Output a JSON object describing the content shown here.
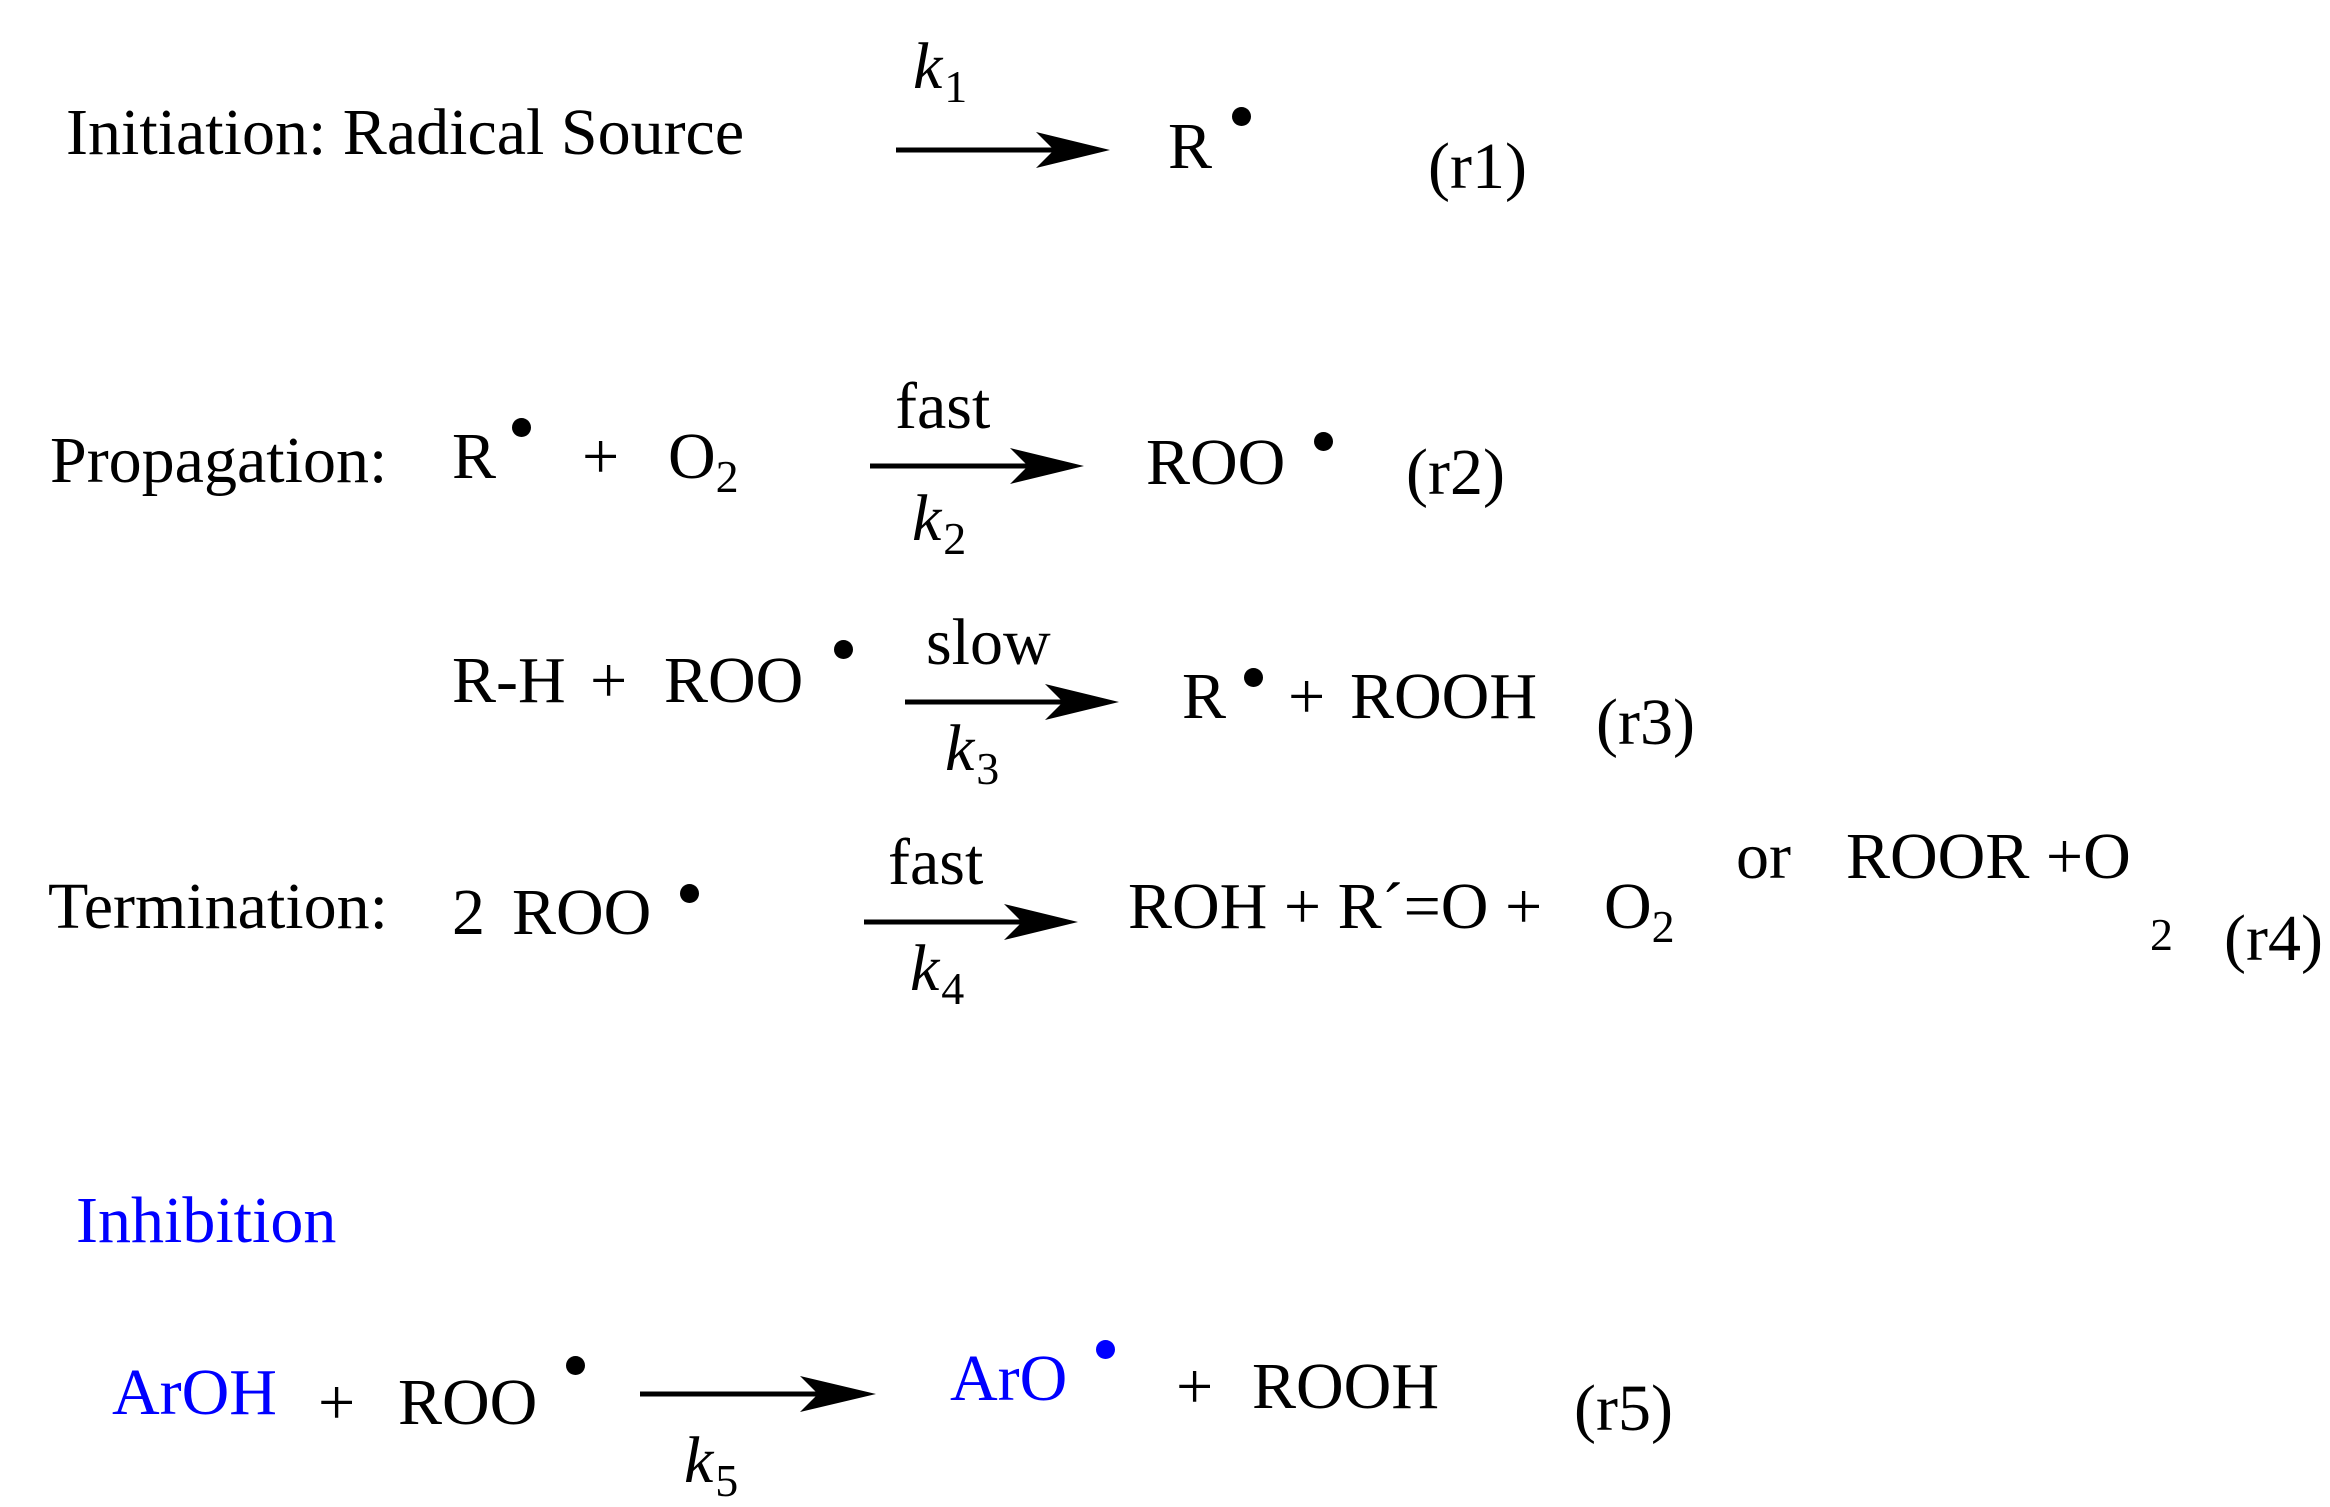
{
  "colors": {
    "text": "#000000",
    "inhibitor": "#0000ff"
  },
  "initiation": {
    "label": "Initiation:",
    "source": "Radical Source",
    "rate": {
      "symbol": "k",
      "index": "1"
    },
    "product": "R",
    "tag": "(r1)"
  },
  "propagation": {
    "label": "Propagation:",
    "r2": {
      "reactant1": "R",
      "plus": "+",
      "reactant2": "O",
      "reactant2_sub": "2",
      "condition": "fast",
      "rate": {
        "symbol": "k",
        "index": "2"
      },
      "product": "ROO",
      "tag": "(r2)"
    },
    "r3": {
      "reactant1": "R-H",
      "plus": "+",
      "reactant2": "ROO",
      "condition": "slow",
      "rate": {
        "symbol": "k",
        "index": "3"
      },
      "product1": "R",
      "plus2": "+",
      "product2": "ROOH",
      "tag": "(r3)"
    }
  },
  "termination": {
    "label": "Termination:",
    "coef": "2",
    "reactant": "ROO",
    "condition": "fast",
    "rate": {
      "symbol": "k",
      "index": "4"
    },
    "products": "ROH + R´=O +",
    "o2": "O",
    "o2_sub": "2",
    "or": "or",
    "alt_products": "ROOR +O",
    "alt_sub": "2",
    "tag": "(r4)"
  },
  "inhibition": {
    "heading": "Inhibition",
    "reactant1": "ArOH",
    "plus": "+",
    "reactant2": "ROO",
    "rate": {
      "symbol": "k",
      "index": "5"
    },
    "product1": "ArO",
    "plus2": "+",
    "product2": "ROOH",
    "tag": "(r5)"
  }
}
